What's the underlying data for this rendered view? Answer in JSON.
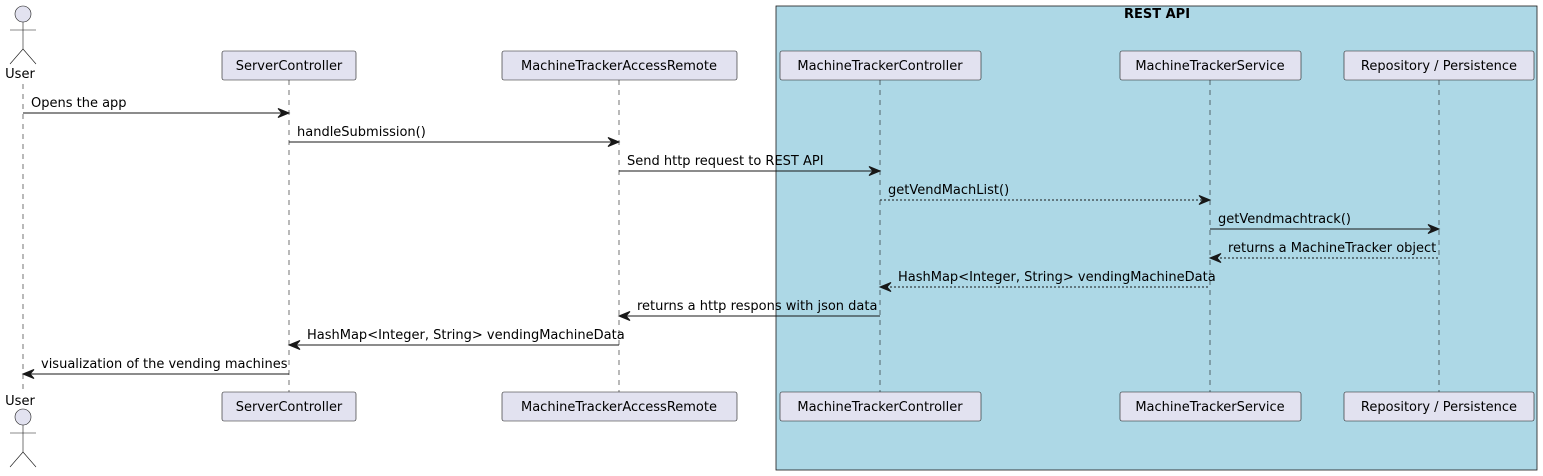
{
  "group": {
    "title": "REST API",
    "color": "#add8e6"
  },
  "participants": [
    {
      "id": "user",
      "label": "User",
      "kind": "actor"
    },
    {
      "id": "server",
      "label": "ServerController",
      "kind": "participant"
    },
    {
      "id": "remote",
      "label": "MachineTrackerAccessRemote",
      "kind": "participant"
    },
    {
      "id": "controller",
      "label": "MachineTrackerController",
      "kind": "participant"
    },
    {
      "id": "service",
      "label": "MachineTrackerService",
      "kind": "participant"
    },
    {
      "id": "repo",
      "label": "Repository / Persistence",
      "kind": "participant"
    }
  ],
  "messages": [
    {
      "from": "user",
      "to": "server",
      "label": "Opens the app",
      "style": "solid"
    },
    {
      "from": "server",
      "to": "remote",
      "label": "handleSubmission()",
      "style": "solid"
    },
    {
      "from": "remote",
      "to": "controller",
      "label": "Send http request to REST API",
      "style": "solid"
    },
    {
      "from": "controller",
      "to": "service",
      "label": "getVendMachList()",
      "style": "dashed"
    },
    {
      "from": "service",
      "to": "repo",
      "label": "getVendmachtrack()",
      "style": "solid"
    },
    {
      "from": "repo",
      "to": "service",
      "label": "returns a MachineTracker object",
      "style": "dashed"
    },
    {
      "from": "service",
      "to": "controller",
      "label": "HashMap<Integer, String> vendingMachineData",
      "style": "dashed"
    },
    {
      "from": "controller",
      "to": "remote",
      "label": "returns a http respons with json data",
      "style": "solid"
    },
    {
      "from": "remote",
      "to": "server",
      "label": "HashMap<Integer, String> vendingMachineData",
      "style": "solid"
    },
    {
      "from": "server",
      "to": "user",
      "label": "visualization of the vending machines",
      "style": "solid"
    }
  ]
}
